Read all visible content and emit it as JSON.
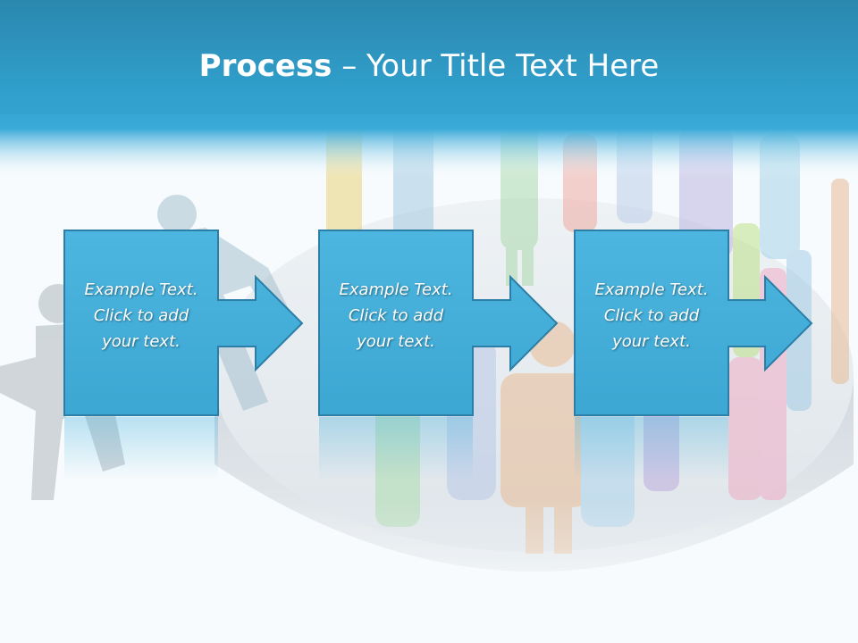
{
  "slide": {
    "title_bold": "Process",
    "title_dash": " – ",
    "title_rest": "Your Title Text Here"
  },
  "steps": [
    {
      "line1": "Example Text.",
      "line2": "Click  to add",
      "line3": "your text."
    },
    {
      "line1": "Example Text.",
      "line2": "Click  to add",
      "line3": "your text."
    },
    {
      "line1": "Example Text.",
      "line2": "Click  to add",
      "line3": "your text."
    }
  ],
  "colors": {
    "header_top": "#2a86ad",
    "header_mid": "#34a9d6",
    "box_fill": "#43b0dc",
    "box_stroke": "#2b7ea6",
    "background": "#f7fbfd"
  },
  "icons": [
    "people-crowd-illustration",
    "platform-disc-illustration",
    "arrow-right-icon"
  ]
}
